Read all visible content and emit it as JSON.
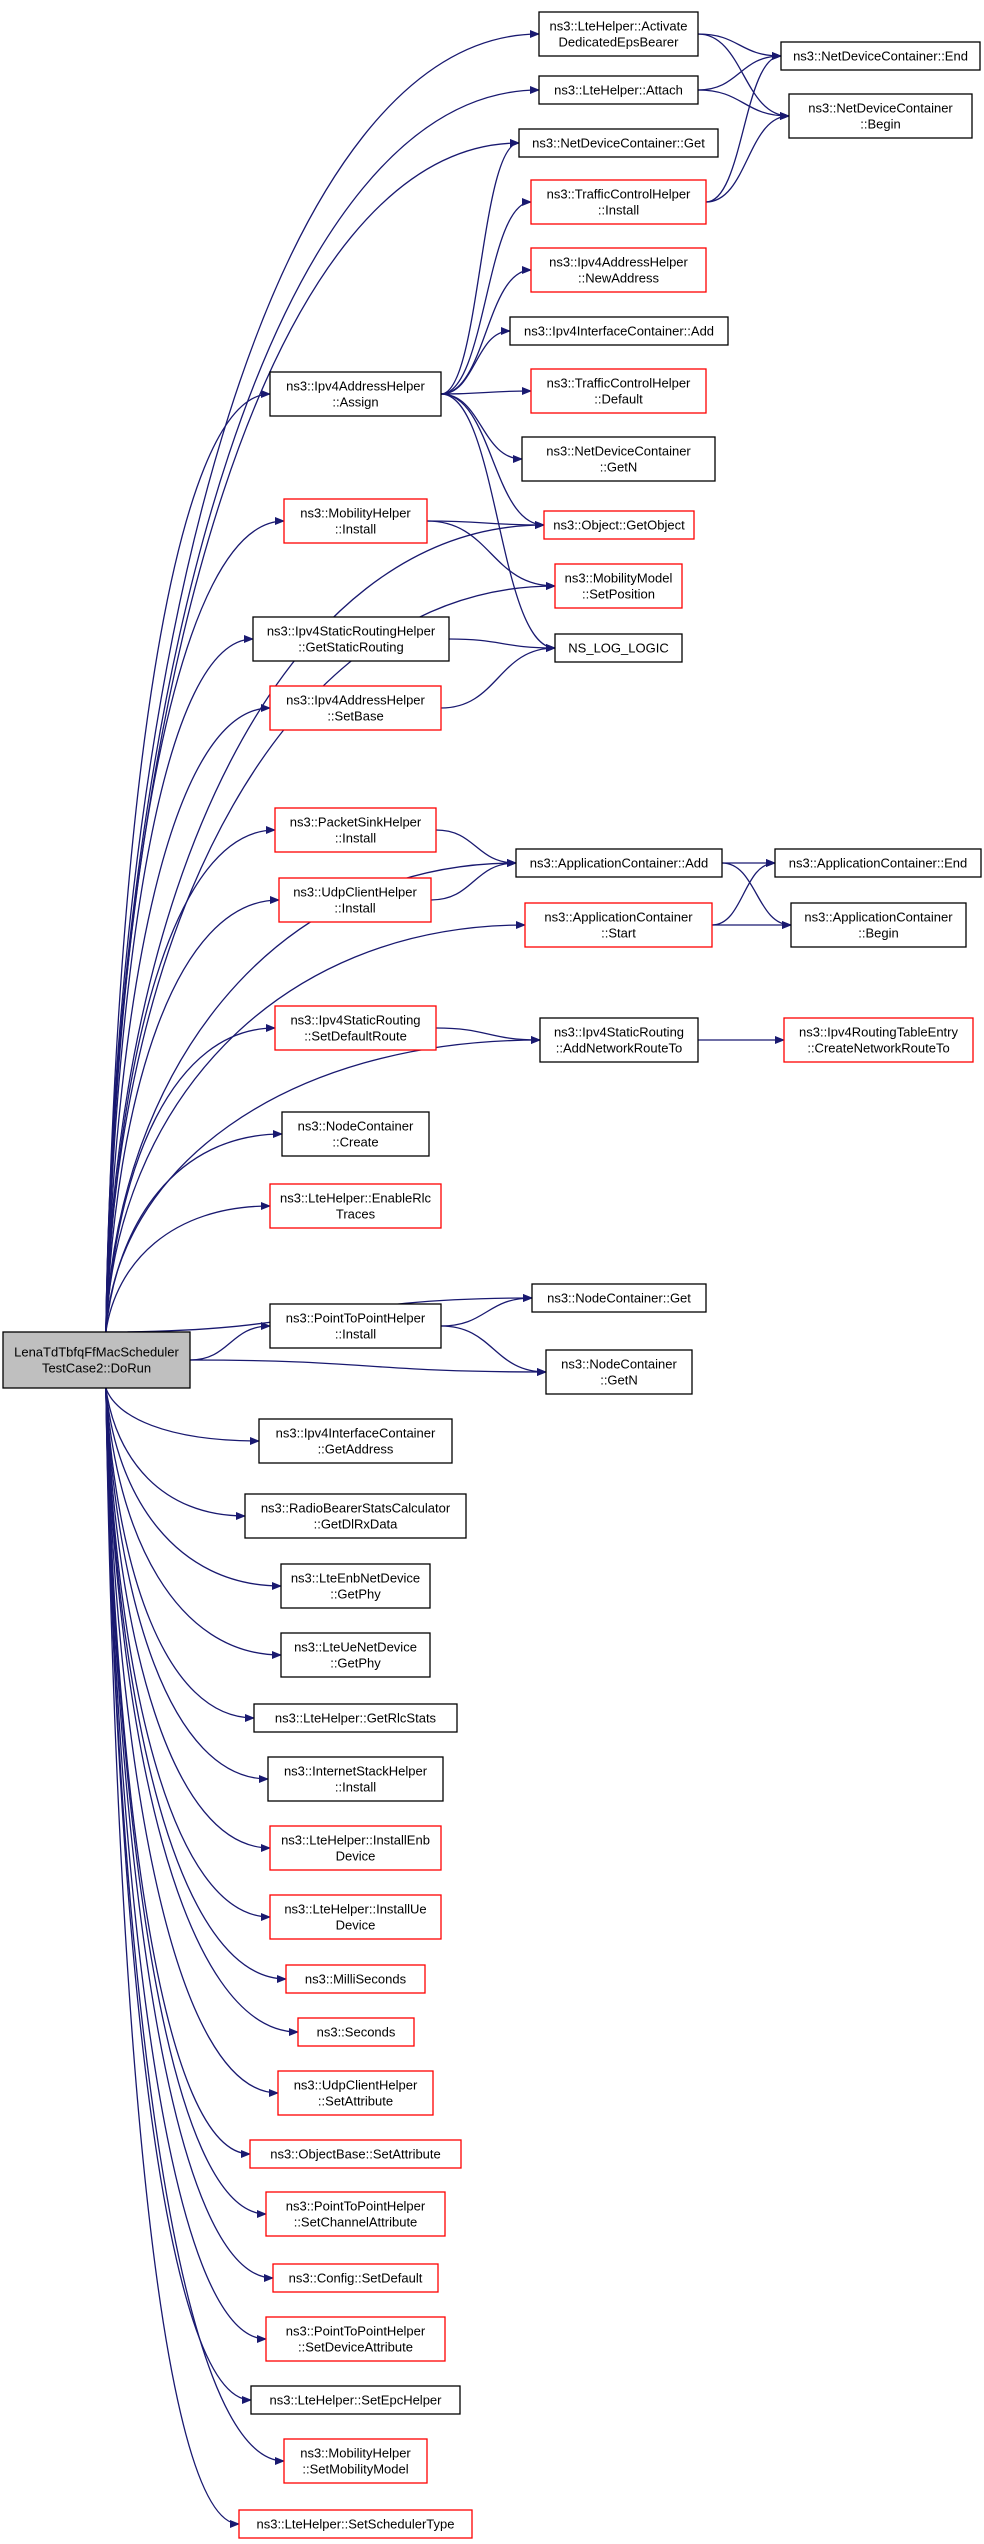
{
  "colors": {
    "edge": "#191970",
    "node_border_plain": "#000000",
    "node_border_linked": "#ff0000",
    "root_fill": "#bfbfbf",
    "node_fill": "#ffffff"
  },
  "nodes": [
    {
      "id": "root",
      "lines": [
        "LenaTdTbfqFfMacScheduler",
        "TestCase2::DoRun"
      ],
      "style": "root"
    },
    {
      "id": "activate",
      "lines": [
        "ns3::LteHelper::Activate",
        "DedicatedEpsBearer"
      ],
      "style": "plain"
    },
    {
      "id": "attach",
      "lines": [
        "ns3::LteHelper::Attach"
      ],
      "style": "plain"
    },
    {
      "id": "ndcGet",
      "lines": [
        "ns3::NetDeviceContainer::Get"
      ],
      "style": "plain"
    },
    {
      "id": "tchInstall",
      "lines": [
        "ns3::TrafficControlHelper",
        "::Install"
      ],
      "style": "linked"
    },
    {
      "id": "ipv4NewAddr",
      "lines": [
        "ns3::Ipv4AddressHelper",
        "::NewAddress"
      ],
      "style": "linked"
    },
    {
      "id": "iicAdd",
      "lines": [
        "ns3::Ipv4InterfaceContainer::Add"
      ],
      "style": "plain"
    },
    {
      "id": "ipv4Assign",
      "lines": [
        "ns3::Ipv4AddressHelper",
        "::Assign"
      ],
      "style": "plain"
    },
    {
      "id": "tchDefault",
      "lines": [
        "ns3::TrafficControlHelper",
        "::Default"
      ],
      "style": "linked"
    },
    {
      "id": "ndcGetN",
      "lines": [
        "ns3::NetDeviceContainer",
        "::GetN"
      ],
      "style": "plain"
    },
    {
      "id": "mhInstall",
      "lines": [
        "ns3::MobilityHelper",
        "::Install"
      ],
      "style": "linked"
    },
    {
      "id": "objGetObject",
      "lines": [
        "ns3::Object::GetObject"
      ],
      "style": "linked"
    },
    {
      "id": "mmSetPosition",
      "lines": [
        "ns3::MobilityModel",
        "::SetPosition"
      ],
      "style": "linked"
    },
    {
      "id": "isrhGetStatic",
      "lines": [
        "ns3::Ipv4StaticRoutingHelper",
        "::GetStaticRouting"
      ],
      "style": "plain"
    },
    {
      "id": "nsLogLogic",
      "lines": [
        "NS_LOG_LOGIC"
      ],
      "style": "plain"
    },
    {
      "id": "ipv4SetBase",
      "lines": [
        "ns3::Ipv4AddressHelper",
        "::SetBase"
      ],
      "style": "linked"
    },
    {
      "id": "pshInstall",
      "lines": [
        "ns3::PacketSinkHelper",
        "::Install"
      ],
      "style": "linked"
    },
    {
      "id": "acAdd",
      "lines": [
        "ns3::ApplicationContainer::Add"
      ],
      "style": "plain"
    },
    {
      "id": "ndcEnd",
      "lines": [
        "ns3::NetDeviceContainer::End"
      ],
      "style": "plain"
    },
    {
      "id": "ndcBegin",
      "lines": [
        "ns3::NetDeviceContainer",
        "::Begin"
      ],
      "style": "plain"
    },
    {
      "id": "uchInstall",
      "lines": [
        "ns3::UdpClientHelper",
        "::Install"
      ],
      "style": "linked"
    },
    {
      "id": "acStart",
      "lines": [
        "ns3::ApplicationContainer",
        "::Start"
      ],
      "style": "linked"
    },
    {
      "id": "acEnd",
      "lines": [
        "ns3::ApplicationContainer::End"
      ],
      "style": "plain"
    },
    {
      "id": "acBegin",
      "lines": [
        "ns3::ApplicationContainer",
        "::Begin"
      ],
      "style": "plain"
    },
    {
      "id": "isrSetDefault",
      "lines": [
        "ns3::Ipv4StaticRouting",
        "::SetDefaultRoute"
      ],
      "style": "linked"
    },
    {
      "id": "isrAddNetwork",
      "lines": [
        "ns3::Ipv4StaticRouting",
        "::AddNetworkRouteTo"
      ],
      "style": "plain"
    },
    {
      "id": "irteCreate",
      "lines": [
        "ns3::Ipv4RoutingTableEntry",
        "::CreateNetworkRouteTo"
      ],
      "style": "linked"
    },
    {
      "id": "ncCreate",
      "lines": [
        "ns3::NodeContainer",
        "::Create"
      ],
      "style": "plain"
    },
    {
      "id": "lteEnableRlc",
      "lines": [
        "ns3::LteHelper::EnableRlc",
        "Traces"
      ],
      "style": "linked"
    },
    {
      "id": "ptpInstall",
      "lines": [
        "ns3::PointToPointHelper",
        "::Install"
      ],
      "style": "plain"
    },
    {
      "id": "ncGet",
      "lines": [
        "ns3::NodeContainer::Get"
      ],
      "style": "plain"
    },
    {
      "id": "ncGetN",
      "lines": [
        "ns3::NodeContainer",
        "::GetN"
      ],
      "style": "plain"
    },
    {
      "id": "iicGetAddress",
      "lines": [
        "ns3::Ipv4InterfaceContainer",
        "::GetAddress"
      ],
      "style": "plain"
    },
    {
      "id": "rbscGetDl",
      "lines": [
        "ns3::RadioBearerStatsCalculator",
        "::GetDlRxData"
      ],
      "style": "plain"
    },
    {
      "id": "lteEnbGetPhy",
      "lines": [
        "ns3::LteEnbNetDevice",
        "::GetPhy"
      ],
      "style": "plain"
    },
    {
      "id": "lteUeGetPhy",
      "lines": [
        "ns3::LteUeNetDevice",
        "::GetPhy"
      ],
      "style": "plain"
    },
    {
      "id": "lteGetRlcStats",
      "lines": [
        "ns3::LteHelper::GetRlcStats"
      ],
      "style": "plain"
    },
    {
      "id": "ishInstall",
      "lines": [
        "ns3::InternetStackHelper",
        "::Install"
      ],
      "style": "plain"
    },
    {
      "id": "lteInstallEnb",
      "lines": [
        "ns3::LteHelper::InstallEnb",
        "Device"
      ],
      "style": "linked"
    },
    {
      "id": "lteInstallUe",
      "lines": [
        "ns3::LteHelper::InstallUe",
        "Device"
      ],
      "style": "linked"
    },
    {
      "id": "milliSeconds",
      "lines": [
        "ns3::MilliSeconds"
      ],
      "style": "linked"
    },
    {
      "id": "seconds",
      "lines": [
        "ns3::Seconds"
      ],
      "style": "linked"
    },
    {
      "id": "uchSetAttr",
      "lines": [
        "ns3::UdpClientHelper",
        "::SetAttribute"
      ],
      "style": "linked"
    },
    {
      "id": "objBaseSetAttr",
      "lines": [
        "ns3::ObjectBase::SetAttribute"
      ],
      "style": "linked"
    },
    {
      "id": "ptpSetChannel",
      "lines": [
        "ns3::PointToPointHelper",
        "::SetChannelAttribute"
      ],
      "style": "linked"
    },
    {
      "id": "configSetDefault",
      "lines": [
        "ns3::Config::SetDefault"
      ],
      "style": "linked"
    },
    {
      "id": "ptpSetDevice",
      "lines": [
        "ns3::PointToPointHelper",
        "::SetDeviceAttribute"
      ],
      "style": "linked"
    },
    {
      "id": "lteSetEpc",
      "lines": [
        "ns3::LteHelper::SetEpcHelper"
      ],
      "style": "plain"
    },
    {
      "id": "mhSetMobility",
      "lines": [
        "ns3::MobilityHelper",
        "::SetMobilityModel"
      ],
      "style": "linked"
    },
    {
      "id": "lteSetScheduler",
      "lines": [
        "ns3::LteHelper::SetSchedulerType"
      ],
      "style": "linked"
    }
  ],
  "edges": [
    [
      "root",
      "activate"
    ],
    [
      "root",
      "attach"
    ],
    [
      "root",
      "ndcGet"
    ],
    [
      "root",
      "ipv4Assign"
    ],
    [
      "root",
      "objGetObject"
    ],
    [
      "root",
      "mhInstall"
    ],
    [
      "root",
      "mmSetPosition"
    ],
    [
      "root",
      "isrhGetStatic"
    ],
    [
      "root",
      "ipv4SetBase"
    ],
    [
      "root",
      "acAdd"
    ],
    [
      "root",
      "pshInstall"
    ],
    [
      "root",
      "uchInstall"
    ],
    [
      "root",
      "acStart"
    ],
    [
      "root",
      "isrAddNetwork"
    ],
    [
      "root",
      "isrSetDefault"
    ],
    [
      "root",
      "ncCreate"
    ],
    [
      "root",
      "lteEnableRlc"
    ],
    [
      "root",
      "ncGet"
    ],
    [
      "root",
      "ptpInstall"
    ],
    [
      "root",
      "ncGetN"
    ],
    [
      "root",
      "iicGetAddress"
    ],
    [
      "root",
      "rbscGetDl"
    ],
    [
      "root",
      "lteEnbGetPhy"
    ],
    [
      "root",
      "lteUeGetPhy"
    ],
    [
      "root",
      "lteGetRlcStats"
    ],
    [
      "root",
      "ishInstall"
    ],
    [
      "root",
      "lteInstallEnb"
    ],
    [
      "root",
      "lteInstallUe"
    ],
    [
      "root",
      "milliSeconds"
    ],
    [
      "root",
      "seconds"
    ],
    [
      "root",
      "uchSetAttr"
    ],
    [
      "root",
      "objBaseSetAttr"
    ],
    [
      "root",
      "ptpSetChannel"
    ],
    [
      "root",
      "configSetDefault"
    ],
    [
      "root",
      "ptpSetDevice"
    ],
    [
      "root",
      "lteSetEpc"
    ],
    [
      "root",
      "mhSetMobility"
    ],
    [
      "root",
      "lteSetScheduler"
    ],
    [
      "activate",
      "ndcEnd"
    ],
    [
      "activate",
      "ndcBegin"
    ],
    [
      "attach",
      "ndcEnd"
    ],
    [
      "attach",
      "ndcBegin"
    ],
    [
      "tchInstall",
      "ndcEnd"
    ],
    [
      "tchInstall",
      "ndcBegin"
    ],
    [
      "ipv4Assign",
      "ndcGet"
    ],
    [
      "ipv4Assign",
      "tchInstall"
    ],
    [
      "ipv4Assign",
      "ipv4NewAddr"
    ],
    [
      "ipv4Assign",
      "iicAdd"
    ],
    [
      "ipv4Assign",
      "tchDefault"
    ],
    [
      "ipv4Assign",
      "ndcGetN"
    ],
    [
      "ipv4Assign",
      "objGetObject"
    ],
    [
      "ipv4Assign",
      "nsLogLogic"
    ],
    [
      "mhInstall",
      "objGetObject"
    ],
    [
      "mhInstall",
      "mmSetPosition"
    ],
    [
      "isrhGetStatic",
      "nsLogLogic"
    ],
    [
      "ipv4SetBase",
      "nsLogLogic"
    ],
    [
      "pshInstall",
      "acAdd"
    ],
    [
      "uchInstall",
      "acAdd"
    ],
    [
      "acAdd",
      "acEnd"
    ],
    [
      "acAdd",
      "acBegin"
    ],
    [
      "acStart",
      "acEnd"
    ],
    [
      "acStart",
      "acBegin"
    ],
    [
      "isrSetDefault",
      "isrAddNetwork"
    ],
    [
      "isrAddNetwork",
      "irteCreate"
    ],
    [
      "ptpInstall",
      "ncGet"
    ],
    [
      "ptpInstall",
      "ncGetN"
    ]
  ]
}
